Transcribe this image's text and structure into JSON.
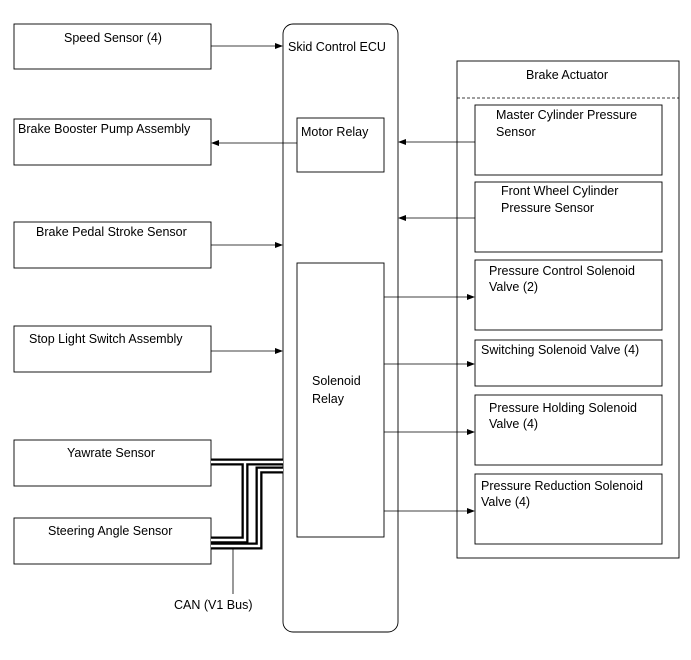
{
  "ecu": {
    "title": "Skid Control ECU",
    "motor_relay": "Motor Relay",
    "solenoid_relay_line1": "Solenoid",
    "solenoid_relay_line2": "Relay"
  },
  "left_components": {
    "speed_sensor": "Speed Sensor (4)",
    "brake_booster_pump": "Brake Booster Pump Assembly",
    "brake_pedal_stroke_sensor": "Brake Pedal Stroke Sensor",
    "stop_light_switch": "Stop Light Switch Assembly",
    "yawrate_sensor": "Yawrate Sensor",
    "steering_angle_sensor": "Steering Angle Sensor"
  },
  "can_bus": {
    "label": "CAN (V1 Bus)"
  },
  "actuator": {
    "title": "Brake Actuator",
    "master_cylinder_line1": "Master Cylinder Pressure",
    "master_cylinder_line2": "Sensor",
    "front_wheel_line1": "Front Wheel Cylinder",
    "front_wheel_line2": "Pressure Sensor",
    "pressure_control_line1": "Pressure Control Solenoid",
    "pressure_control_line2": "Valve (2)",
    "switching_valve": "Switching Solenoid Valve (4)",
    "pressure_holding_line1": "Pressure Holding Solenoid",
    "pressure_holding_line2": "Valve (4)",
    "pressure_reduction_line1": "Pressure Reduction Solenoid",
    "pressure_reduction_line2": "Valve (4)"
  }
}
